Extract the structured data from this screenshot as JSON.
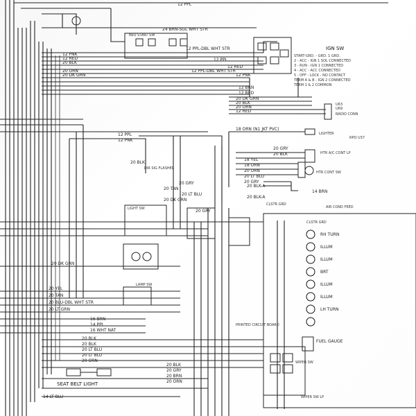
{
  "wire_labels_top": [
    {
      "text": "12 PPL"
    },
    {
      "text": "24 BRN-SGL WHT STR"
    },
    {
      "text": "NEU START SW"
    },
    {
      "text": "12 PPL-DBL WHT STR"
    },
    {
      "text": "12 PNK"
    },
    {
      "text": "20 BLK"
    },
    {
      "text": "20 ORN"
    },
    {
      "text": "12 RED"
    },
    {
      "text": "20 DK GRN"
    },
    {
      "text": "12 PPL"
    },
    {
      "text": "12 RED"
    },
    {
      "text": "12 PPL-DBL WHT STR"
    },
    {
      "text": "12 PNK"
    },
    {
      "text": "12 BRN"
    },
    {
      "text": "12 RED"
    }
  ],
  "wire_labels_mid": [
    {
      "text": "20 DK GRN"
    },
    {
      "text": "20 BLK"
    },
    {
      "text": "20 ORN"
    },
    {
      "text": "12 RED"
    },
    {
      "text": "12 PPL"
    },
    {
      "text": "12 PNK"
    },
    {
      "text": "DIR SIG FLASHER"
    },
    {
      "text": "20 BLK"
    },
    {
      "text": "20 GRY"
    },
    {
      "text": "20 TAN"
    },
    {
      "text": "20 DK GRN"
    },
    {
      "text": "20 LT BLU"
    },
    {
      "text": "20 GRY"
    }
  ],
  "ign_sw": {
    "title": "IGN SW",
    "notes": [
      "START-GRD. - GRD. 1 GRD.",
      "2 - ACC - IGN 1 SOL CONNECTED",
      "3 - RUN - IGN 1 CONNECTED",
      "4 - ACC - ACC CONNECTED",
      "5 - OFF - LOCK - NO CONTACT",
      "TERM A & B - IGN 2 CONNECTED",
      "TERM 1 & 2 COMMON"
    ]
  },
  "right_components": [
    {
      "text": "RADIO CONN"
    },
    {
      "text": "U63"
    },
    {
      "text": "U69"
    },
    {
      "text": "18 ORN (N1 JKT PVC)"
    },
    {
      "text": "LIGHTER"
    },
    {
      "text": "RPO U37"
    },
    {
      "text": "20 GRY"
    },
    {
      "text": "20 BLK"
    },
    {
      "text": "HTR A/C CONT LP"
    },
    {
      "text": "18 YEL"
    },
    {
      "text": "18 ORN"
    },
    {
      "text": "20 ORN"
    },
    {
      "text": "20 LT BLU"
    },
    {
      "text": "20 GRY"
    },
    {
      "text": "HTR CONT SW"
    },
    {
      "text": "14 BRN"
    },
    {
      "text": "20 BLK-A"
    },
    {
      "text": "20 BLK-A"
    },
    {
      "text": "CLSTR GRD"
    },
    {
      "text": "AIR COND FEED"
    },
    {
      "text": "CLSTR GRD"
    }
  ],
  "cluster_lamps": [
    {
      "text": "RH TURN"
    },
    {
      "text": "ILLUM"
    },
    {
      "text": "ILLUM"
    },
    {
      "text": "BRT"
    },
    {
      "text": "ILLUM"
    },
    {
      "text": "ILLUM"
    },
    {
      "text": "LH TURN"
    },
    {
      "text": "FUEL GAUGE"
    }
  ],
  "bottom_labels": [
    {
      "text": "20 DK GRN"
    },
    {
      "text": "20 YEL"
    },
    {
      "text": "20 TAN"
    },
    {
      "text": "20 BLU-DBL WHT STR"
    },
    {
      "text": "20 LT GRN"
    },
    {
      "text": "16 BRN"
    },
    {
      "text": "14 PPL"
    },
    {
      "text": "16 WHT NAT"
    },
    {
      "text": "20 BLK"
    },
    {
      "text": "20 BLK"
    },
    {
      "text": "20 LT BLU"
    },
    {
      "text": "20 LT BLU"
    },
    {
      "text": "20 ORN"
    },
    {
      "text": "SEAT BELT LIGHT"
    },
    {
      "text": "14 LT BLU"
    },
    {
      "text": "PRINTED CIRCUIT BOARD"
    },
    {
      "text": "WIPER SW"
    },
    {
      "text": "WIPER SW LP"
    },
    {
      "text": "LAMP SW"
    },
    {
      "text": "LIGHT SW"
    },
    {
      "text": "20 BLK"
    },
    {
      "text": "20 GRY"
    },
    {
      "text": "20 BRN"
    },
    {
      "text": "20 ORN"
    }
  ],
  "colors": {
    "ink": "#222222",
    "paper": "#ffffff"
  }
}
